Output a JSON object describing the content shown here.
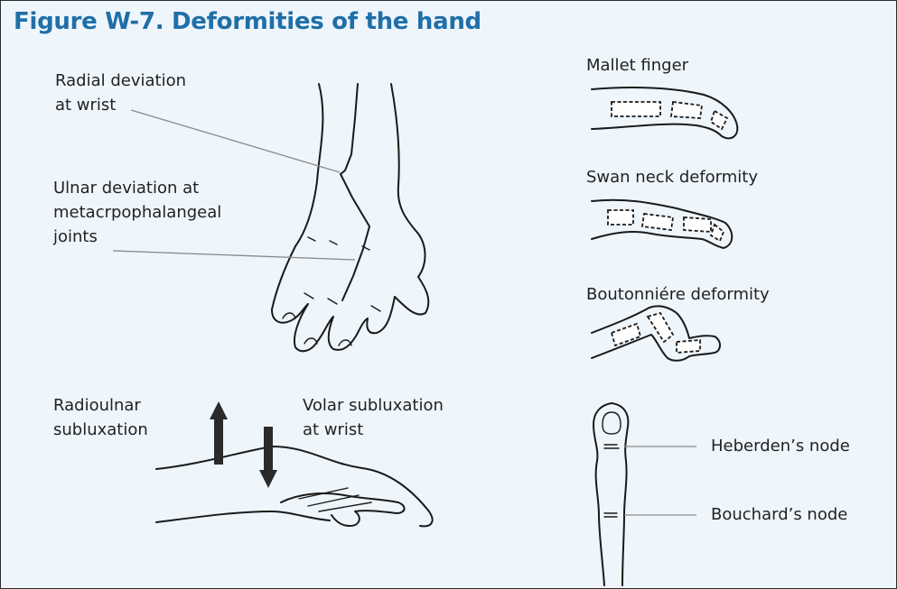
{
  "figure": {
    "title": "Figure W-7. Deformities of the hand",
    "colors": {
      "title": "#1f6fa8",
      "background": "#eef5fb",
      "border": "#2b2b2b"
    }
  },
  "labels": {
    "radial_deviation": {
      "line1": "Radial deviation",
      "line2": "at wrist"
    },
    "ulnar_deviation": {
      "line1": "Ulnar deviation at",
      "line2": "metacrpophalangeal",
      "line3": "joints"
    },
    "radioulnar": {
      "line1": "Radioulnar",
      "line2": "subluxation"
    },
    "volar": {
      "line1": "Volar subluxation",
      "line2": "at wrist"
    },
    "mallet_finger": "Mallet finger",
    "swan_neck": "Swan neck deformity",
    "boutonniere": "Boutonniére deformity",
    "heberden": "Heberden’s node",
    "bouchard": "Bouchard’s node"
  }
}
